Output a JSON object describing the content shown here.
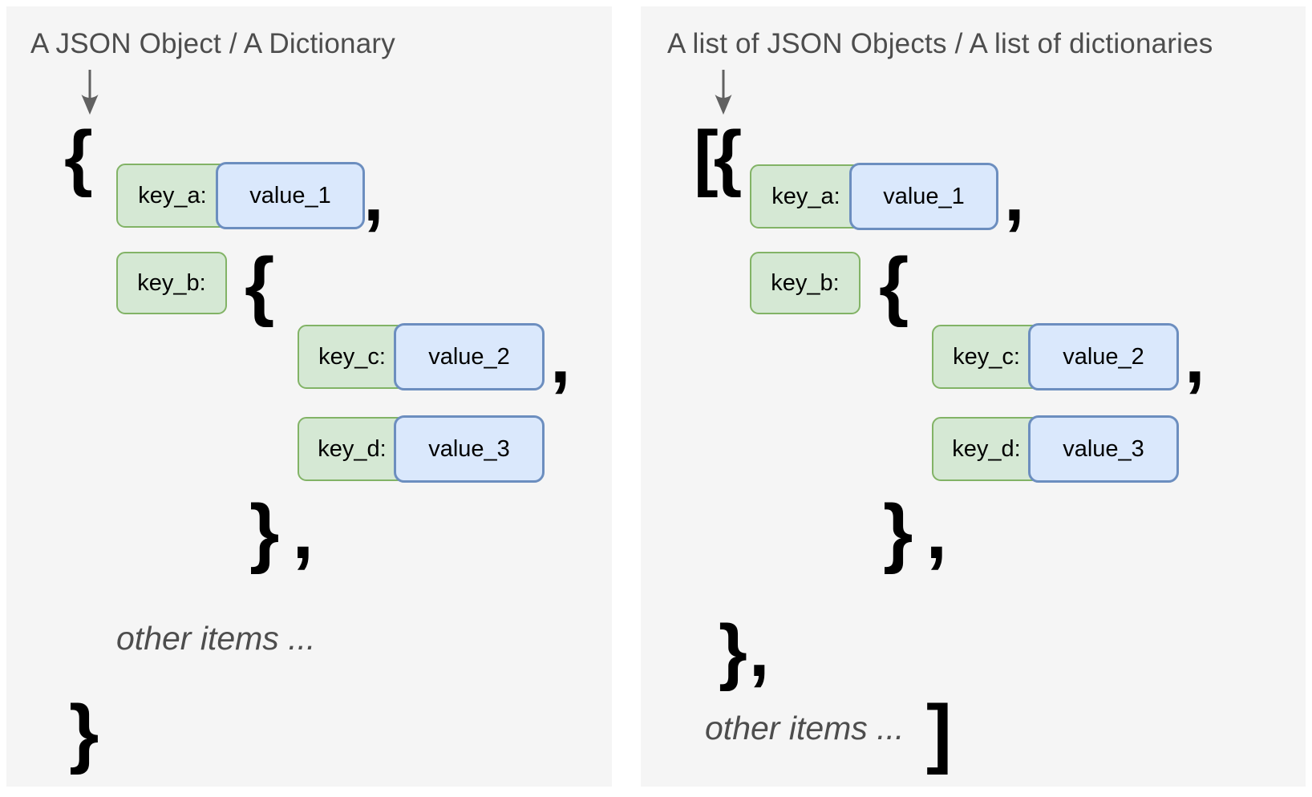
{
  "colors": {
    "page_background": "#ffffff",
    "panel_background": "#f5f5f5",
    "key_fill": "#d5e8d4",
    "key_border": "#82b366",
    "value_fill": "#dae8fc",
    "value_border": "#6c8ebf",
    "heading_text": "#4d4d4d",
    "symbol_text": "#000000",
    "arrow": "#616161"
  },
  "icons": {
    "pointer": "down-arrow"
  },
  "left_panel": {
    "title": "A JSON Object / A Dictionary",
    "open_symbol": "{",
    "pair_a": {
      "key": "key_a:",
      "value": "value_1"
    },
    "comma_a": ",",
    "pair_b_key": "key_b:",
    "nested_open_symbol": "{",
    "pair_c": {
      "key": "key_c:",
      "value": "value_2"
    },
    "comma_c": ",",
    "pair_d": {
      "key": "key_d:",
      "value": "value_3"
    },
    "nested_close_symbol": "}",
    "nested_close_comma": ",",
    "other_items_label": "other items ...",
    "close_symbol": "}"
  },
  "right_panel": {
    "title": "A list of JSON Objects / A list of dictionaries",
    "open_symbol": "[{",
    "pair_a": {
      "key": "key_a:",
      "value": "value_1"
    },
    "comma_a": ",",
    "pair_b_key": "key_b:",
    "nested_open_symbol": "{",
    "pair_c": {
      "key": "key_c:",
      "value": "value_2"
    },
    "comma_c": ",",
    "pair_d": {
      "key": "key_d:",
      "value": "value_3"
    },
    "nested_close_symbol": "}",
    "nested_close_comma": ",",
    "object_close_symbol": "}",
    "object_close_comma": ",",
    "other_items_label": "other items ...",
    "close_symbol": "]"
  }
}
